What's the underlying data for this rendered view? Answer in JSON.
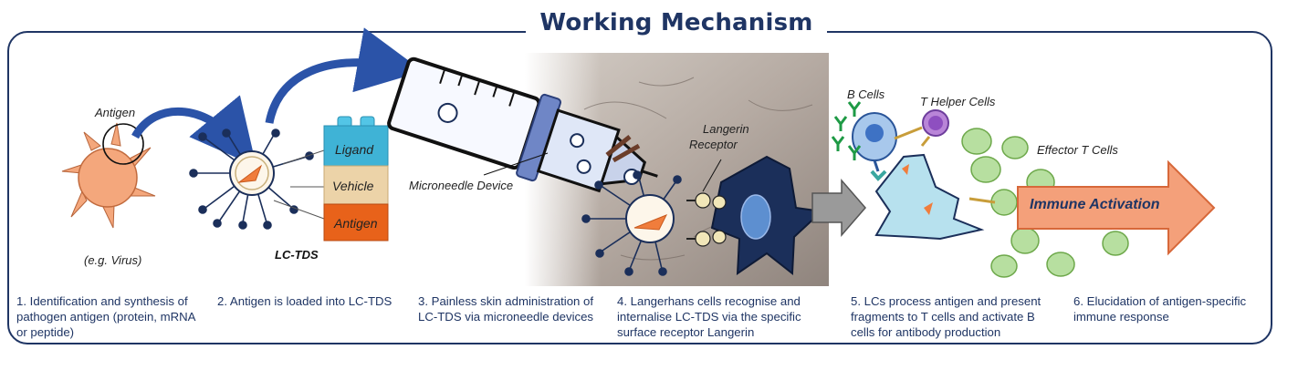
{
  "title": "Working Mechanism",
  "labels": {
    "antigen": "Antigen",
    "virus_example": "(e.g. Virus)",
    "lc_tds": "LC-TDS",
    "ligand": "Ligand",
    "vehicle": "Vehicle",
    "antigen_brick": "Antigen",
    "microneedle": "Microneedle Device",
    "langerin": "Langerin",
    "receptor": "Receptor",
    "b_cells": "B Cells",
    "t_helper": "T Helper Cells",
    "effector": "Effector T Cells",
    "immune_activation": "Immune Activation"
  },
  "steps": [
    {
      "text": "1. Identification and synthesis of\npathogen antigen (protein, mRNA\nor peptide)"
    },
    {
      "text": "2. Antigen is loaded into LC-TDS"
    },
    {
      "text": "3. Painless skin administration of\nLC-TDS via microneedle devices"
    },
    {
      "text": "4. Langerhans cells recognise and\ninternalise LC-TDS via the specific\nsurface receptor Langerin"
    },
    {
      "text": "5. LCs process antigen and present\nfragments to T cells and activate B\ncells for antibody production"
    },
    {
      "text": "6. Elucidation of antigen-specific\nimmune response"
    }
  ],
  "colors": {
    "navy": "#1f3564",
    "ligand": "#3fb3d6",
    "vehicle": "#ecd3a8",
    "antigen_brick": "#e8621a",
    "virus": "#f4a77c",
    "arrow": "#f4a07a",
    "cells": "#b7dfa0"
  }
}
